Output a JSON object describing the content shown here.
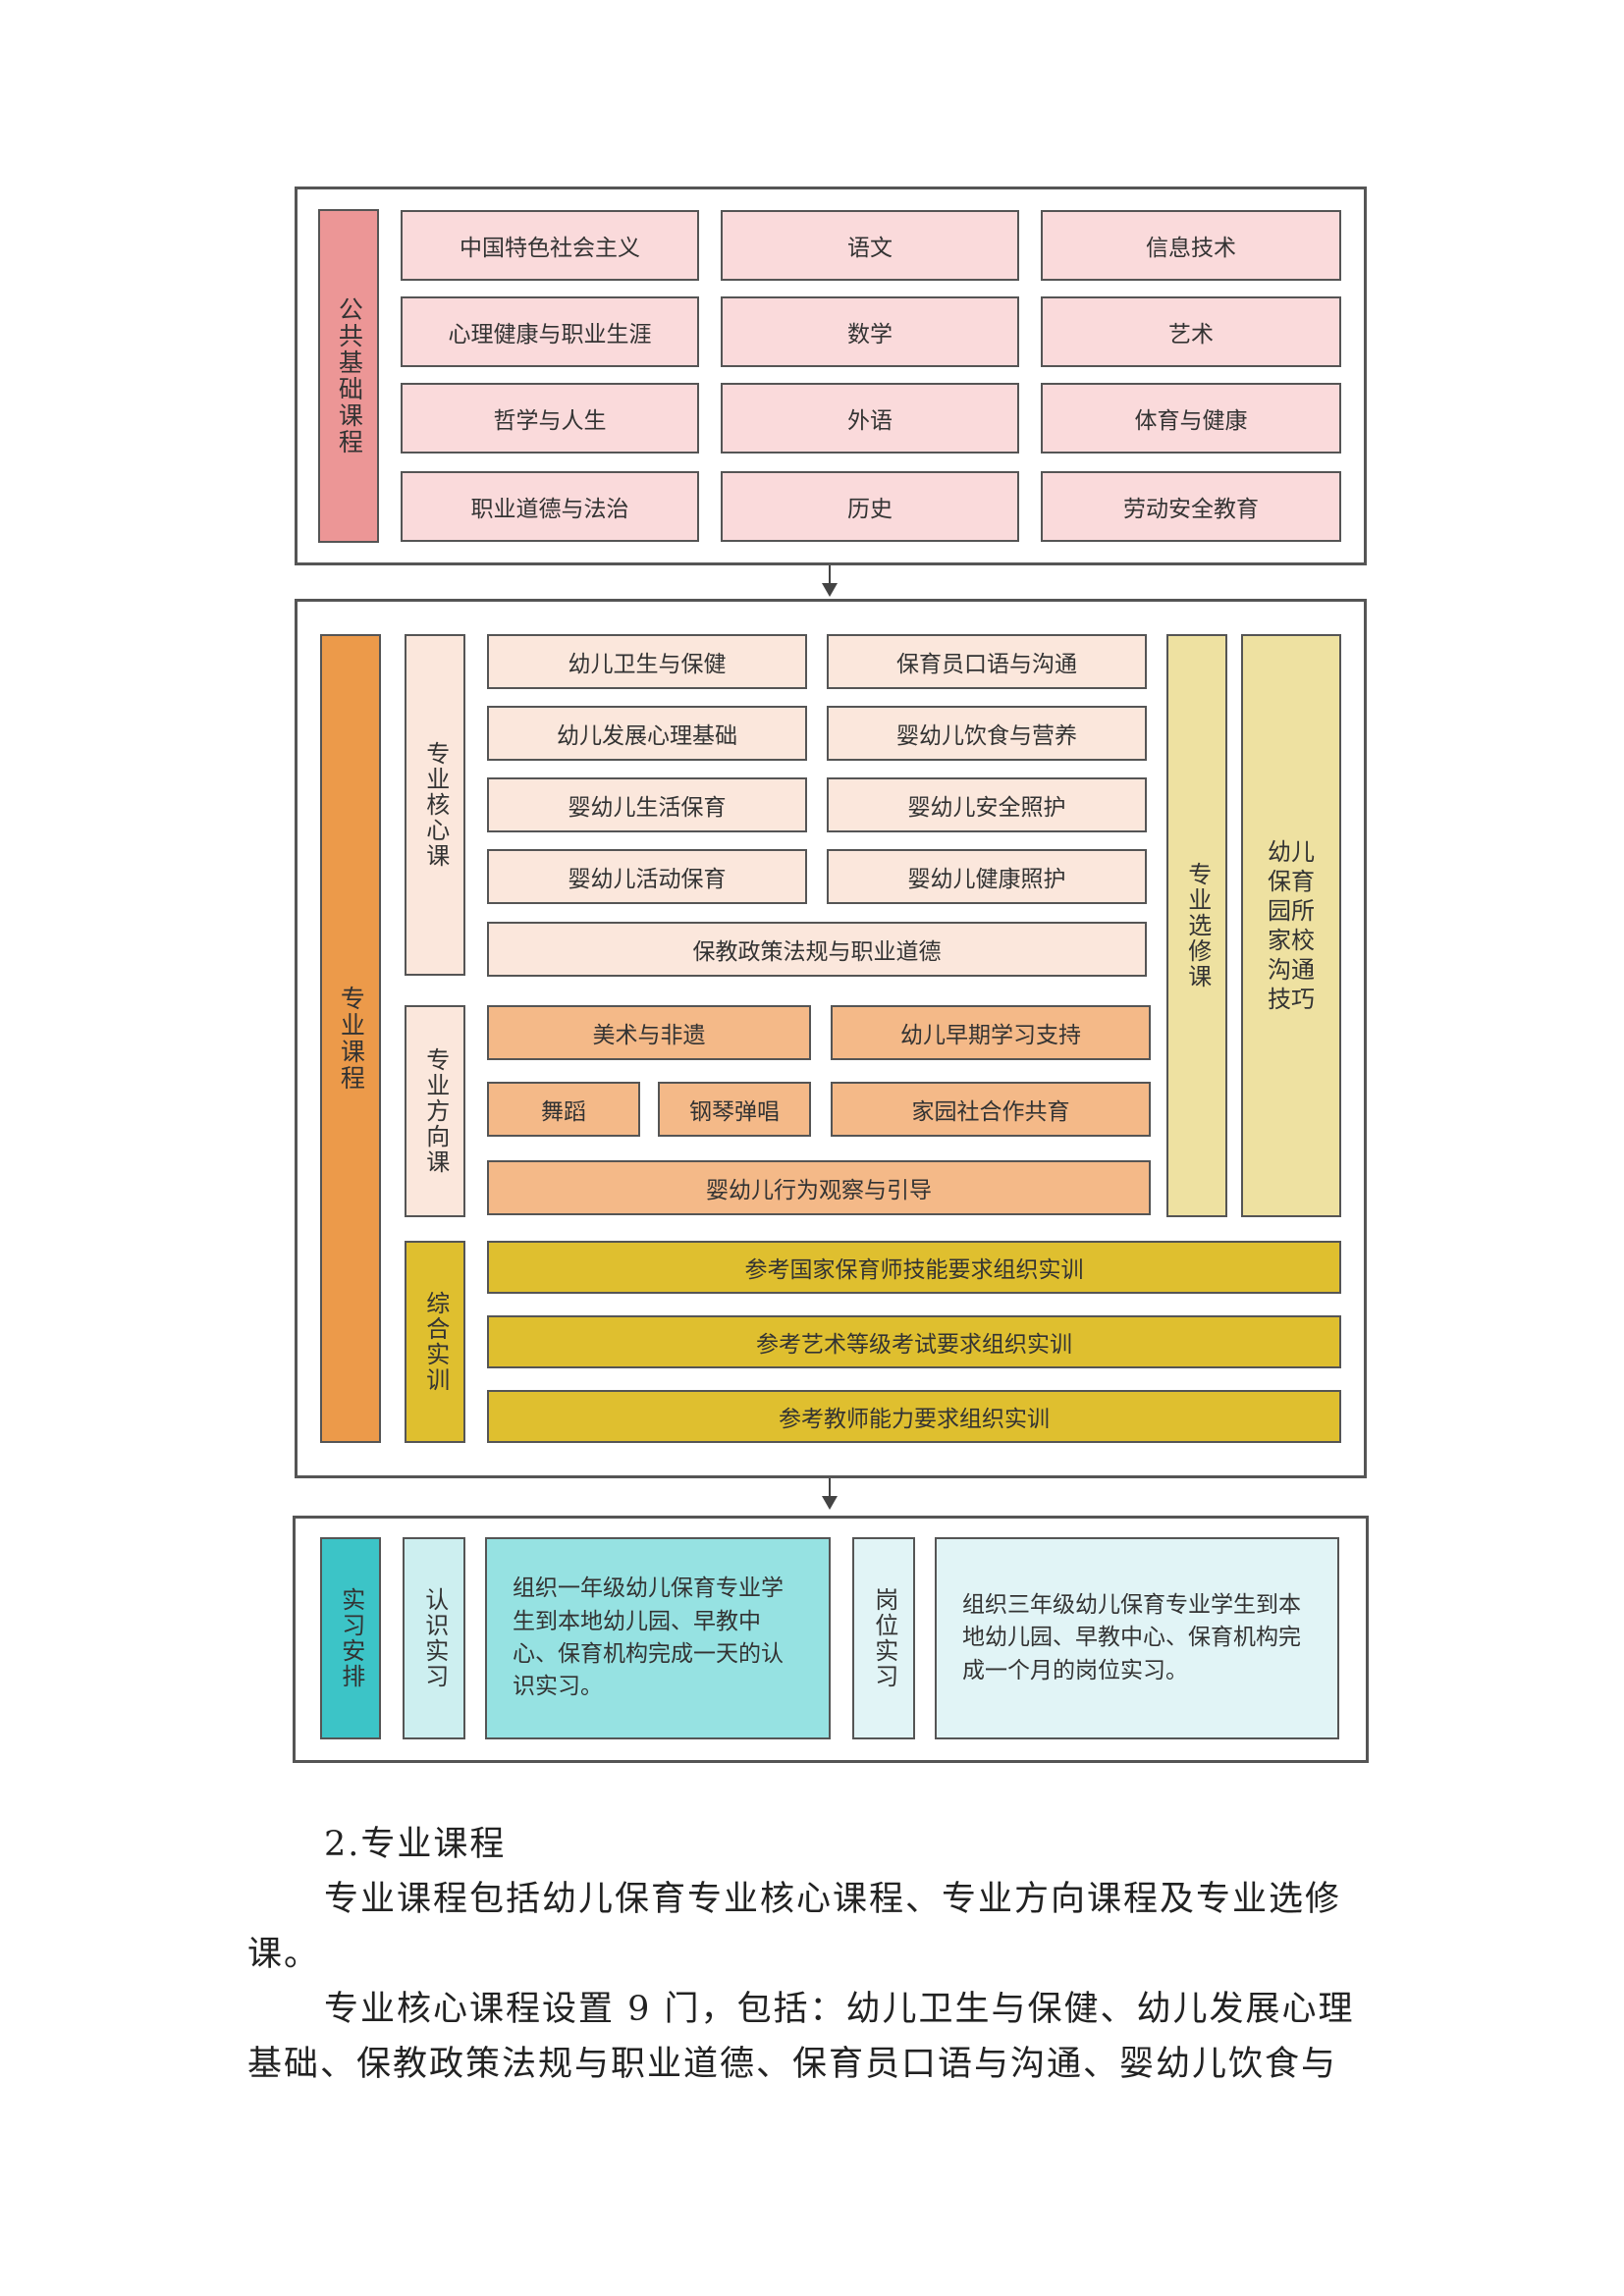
{
  "diagram": {
    "public": {
      "label": "公共基础课程",
      "courses": [
        [
          "中国特色社会主义",
          "语文",
          "信息技术"
        ],
        [
          "心理健康与职业生涯",
          "数学",
          "艺术"
        ],
        [
          "哲学与人生",
          "外语",
          "体育与健康"
        ],
        [
          "职业道德与法治",
          "历史",
          "劳动安全教育"
        ]
      ]
    },
    "professional": {
      "label": "专业课程",
      "core": {
        "label": "专业核心课",
        "courses": [
          [
            "幼儿卫生与保健",
            "保育员口语与沟通"
          ],
          [
            "幼儿发展心理基础",
            "婴幼儿饮食与营养"
          ],
          [
            "婴幼儿生活保育",
            "婴幼儿安全照护"
          ],
          [
            "婴幼儿活动保育",
            "婴幼儿健康照护"
          ]
        ],
        "wide": "保教政策法规与职业道德"
      },
      "direction": {
        "label": "专业方向课",
        "row1": [
          "美术与非遗",
          "幼儿早期学习支持"
        ],
        "row2": [
          "舞蹈",
          "钢琴弹唱",
          "家园社合作共育"
        ],
        "wide": "婴幼儿行为观察与引导"
      },
      "elective": {
        "label": "专业选修课",
        "course": "幼儿保育园所家校沟通技巧"
      },
      "training": {
        "label": "综合实训",
        "items": [
          "参考国家保育师技能要求组织实训",
          "参考艺术等级考试要求组织实训",
          "参考教师能力要求组织实训"
        ]
      }
    },
    "internship": {
      "label": "实习安排",
      "recognition": {
        "label": "认识实习",
        "text": "组织一年级幼儿保育专业学生到本地幼儿园、早教中心、保育机构完成一天的认识实习。"
      },
      "position": {
        "label": "岗位实习",
        "text": "组织三年级幼儿保育专业学生到本地幼儿园、早教中心、保育机构完成一个月的岗位实习。"
      }
    }
  },
  "text": {
    "heading": "2.专业课程",
    "p1_line1": "专业课程包括幼儿保育专业核心课程、专业方向课程及专业选修",
    "p1_line2": "课。",
    "p2_line1": "专业核心课程设置 9 门，包括：幼儿卫生与保健、幼儿发展心理",
    "p2_line2": "基础、保教政策法规与职业道德、保育员口语与沟通、婴幼儿饮食与"
  },
  "colors": {
    "public_label": "#ec9696",
    "public_item": "#fadadb",
    "prof_label": "#ec9a4a",
    "core": "#fbe7dc",
    "direction": "#f4b988",
    "elective": "#eee1a1",
    "training": "#dfbf2f",
    "intern_label": "#3cc4c7",
    "recog": "#cdeff0",
    "recog_text": "#96e2e2",
    "position": "#e1f4f6",
    "position_text": "#e1f4f6"
  }
}
